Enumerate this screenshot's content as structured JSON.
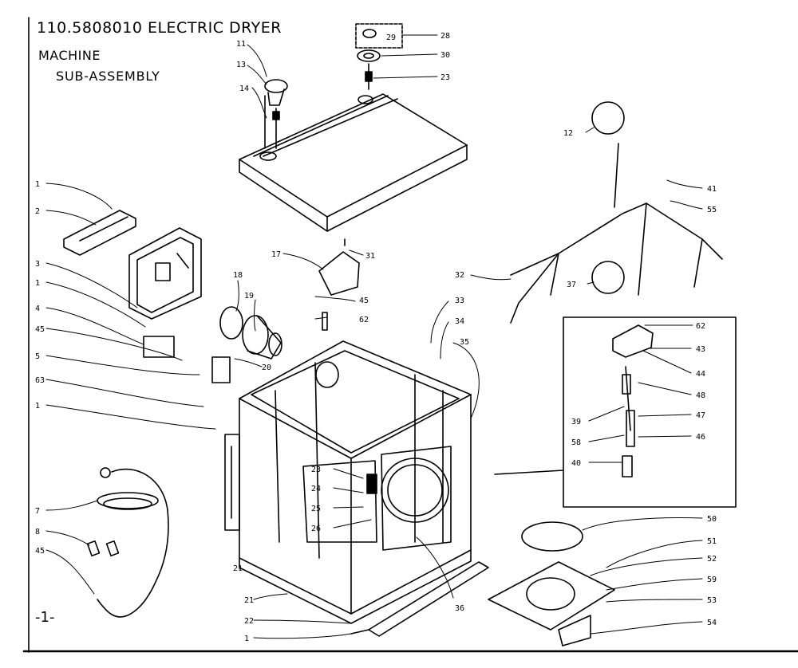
{
  "header": {
    "title": "110.5808010 ELECTRIC DRYER",
    "subtitle_line1": "MACHINE",
    "subtitle_line2": "SUB-ASSEMBLY"
  },
  "page_number": "-1-",
  "callouts": [
    "1",
    "2",
    "3",
    "1",
    "4",
    "45",
    "5",
    "63",
    "1",
    "7",
    "8",
    "45",
    "11",
    "13",
    "14",
    "17",
    "18",
    "19",
    "20",
    "21",
    "21",
    "22",
    "1",
    "23",
    "24",
    "25",
    "26",
    "29",
    "28",
    "30",
    "23",
    "12",
    "41",
    "55",
    "31",
    "45",
    "62",
    "32",
    "37",
    "33",
    "34",
    "35",
    "62",
    "43",
    "44",
    "48",
    "47",
    "46",
    "39",
    "58",
    "40",
    "36",
    "50",
    "51",
    "52",
    "59",
    "53",
    "54"
  ]
}
